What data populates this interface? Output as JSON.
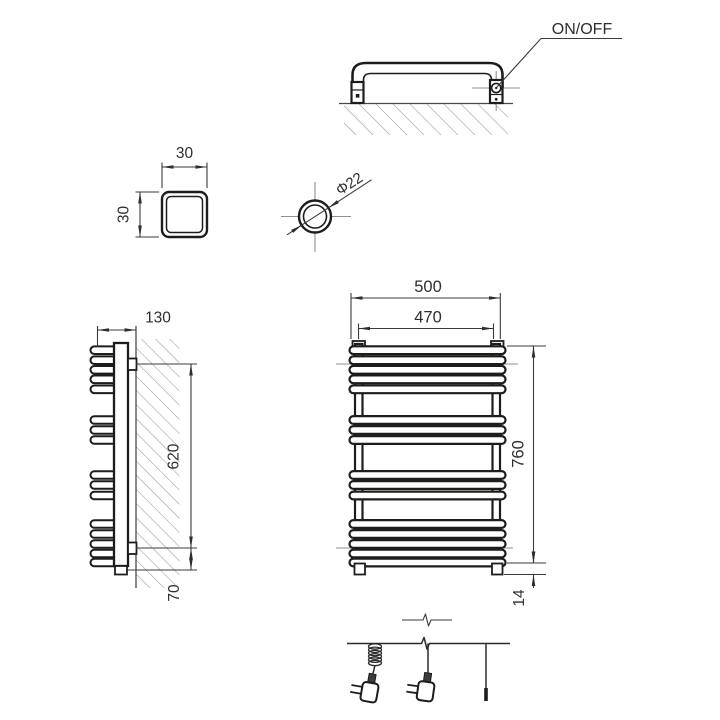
{
  "drawing": {
    "product": "electric towel radiator technical drawing",
    "colors": {
      "line": "#1d1d1b",
      "dim": "#3b3b3b",
      "hatch": "#9b9b9b",
      "background": "#ffffff"
    },
    "top_view": {
      "switch_label": "ON/OFF"
    },
    "square_section": {
      "width": "30",
      "height": "30"
    },
    "round_section": {
      "diameter": "Φ22"
    },
    "side_view": {
      "depth": "130",
      "bracket_spacing": "620",
      "bottom_to_bracket": "70"
    },
    "front_view": {
      "overall_width": "500",
      "bracket_width": "470",
      "overall_height": "760",
      "foot_height": "14"
    },
    "tube_counts": {
      "groups": [
        5,
        3,
        3,
        5
      ]
    }
  }
}
